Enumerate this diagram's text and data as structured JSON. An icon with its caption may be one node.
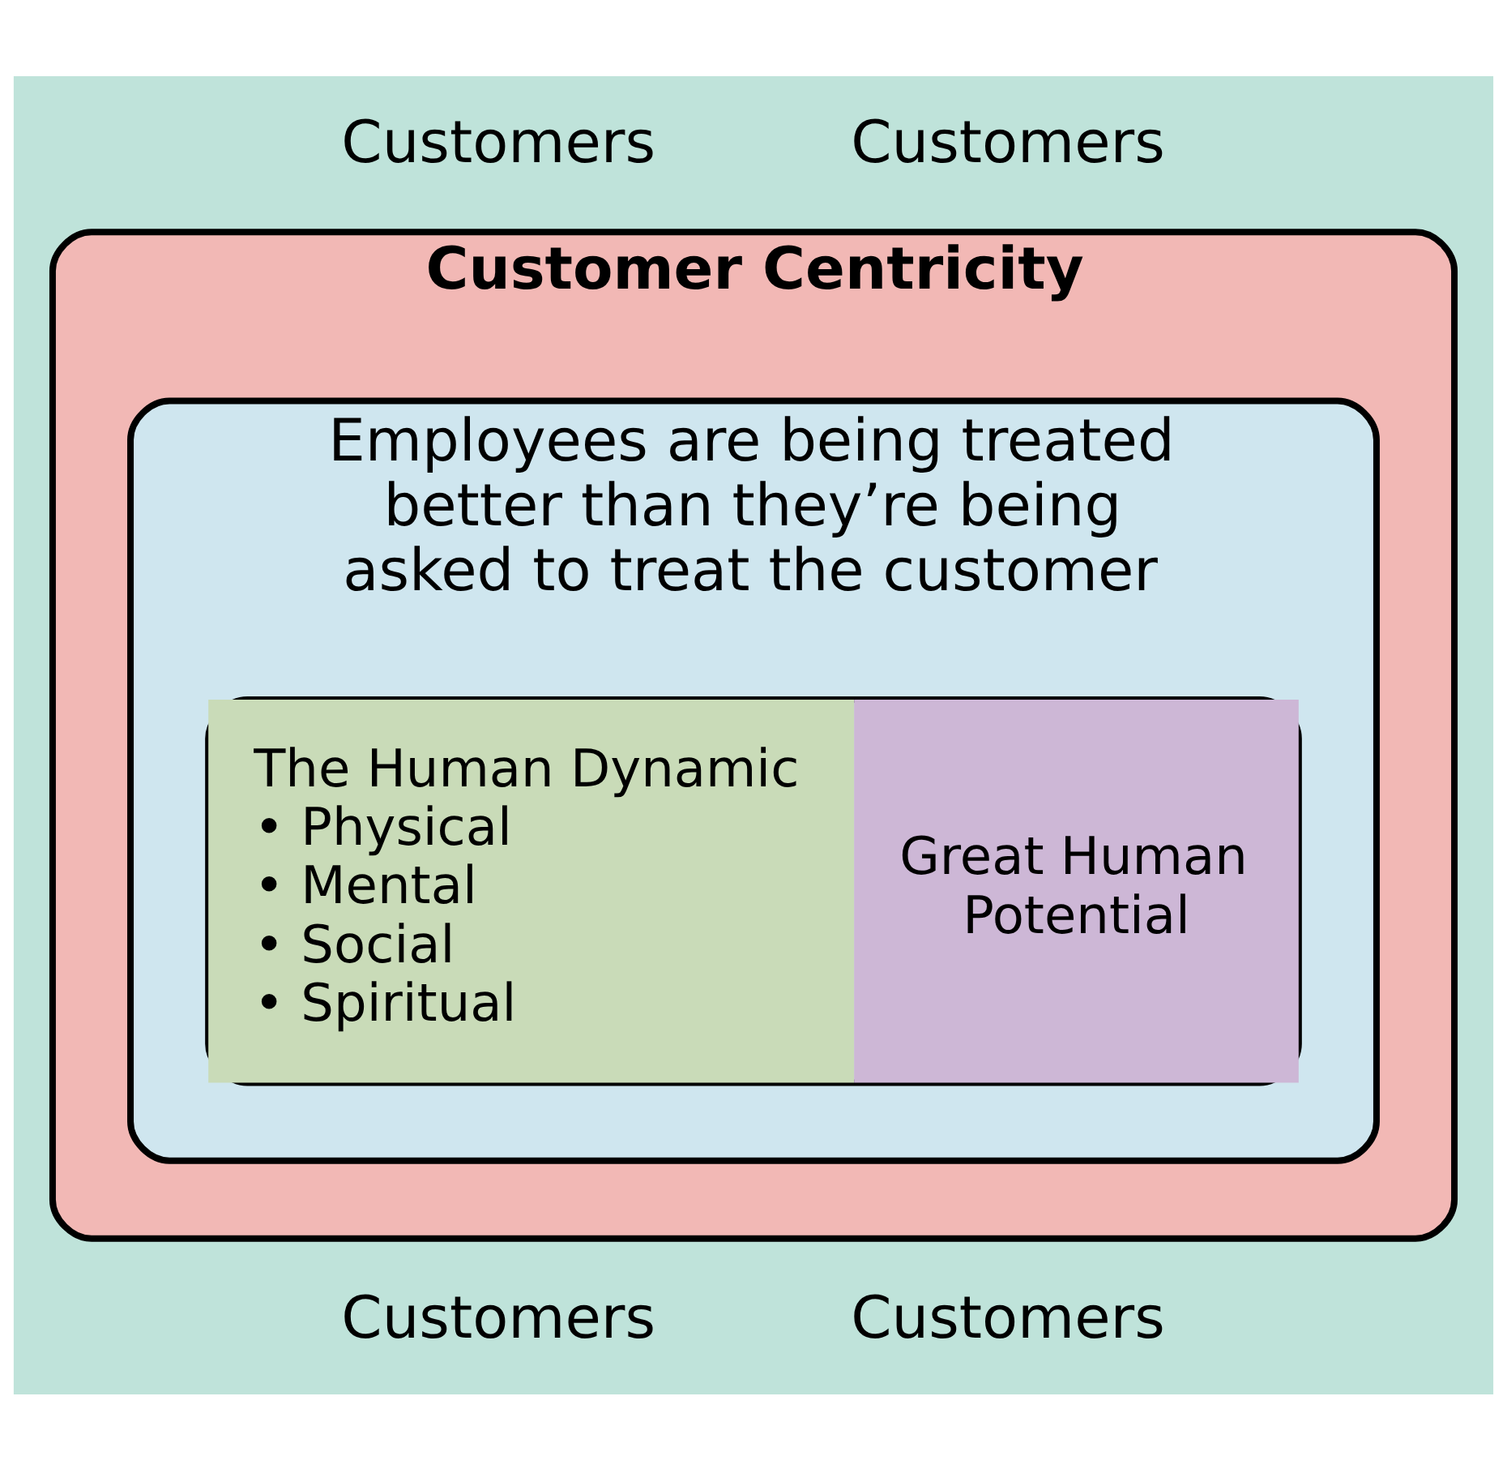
{
  "diagram": {
    "nodes": [
      {
        "text": [
          "Customer Centricity"
        ]
      },
      {
        "text": [
          "Employees are being treated better than they’re being asked to treat the customer"
        ],
        "in": 0
      },
      {
        "text": [
          "The Human Dynamic",
          "• Physical",
          "• Mental",
          "• Social",
          "• Spiritual",
          "Great Human Potential"
        ],
        "in": 1
      }
    ],
    "labels": [
      "Customers",
      "Customers",
      "Customers",
      "Customers"
    ]
  }
}
